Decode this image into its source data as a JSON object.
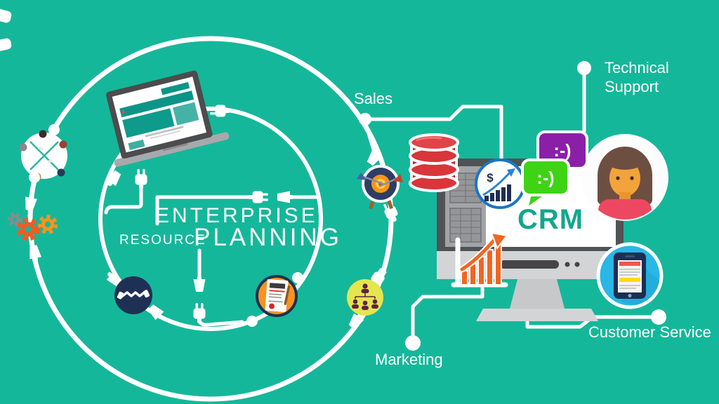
{
  "background_color": "#15b79a",
  "erp": {
    "enterprise": "ENTERPRISE",
    "resource": "RESOURCE",
    "planning": "PLANNING"
  },
  "crm_label": "CRM",
  "callouts": {
    "sales": "Sales",
    "technical_support": "Technical\nSupport",
    "customer_service": "Customer Service",
    "marketing": "Marketing"
  },
  "chat": {
    "purple_emoticon": ":-)",
    "green_emoticon": ":-)"
  },
  "sales_chart": {
    "dollar_sign": "$"
  },
  "colors": {
    "background": "#15b79a",
    "crm_text": "#12a78c",
    "white_lines": "#ffffff",
    "bubble_purple": "#8b1fa7",
    "bubble_green": "#3fd316",
    "database_red": "#d8363b",
    "growth_bar_orange": "#f26522",
    "gear_gray": "#8a8c8f",
    "gear_orange_red": "#f15a24",
    "gear_amber": "#f7941e",
    "phone_circle_blue": "#29b7e6",
    "dollar_circle_blue": "#1b74c5",
    "avatar_shirt_red": "#ee4761",
    "org_chart_yellow": "#e5e54e",
    "navy": "#1e3054",
    "monitor_bezel": "#515254"
  },
  "icon_names": [
    "round-table-icon",
    "laptop-icon",
    "gears-icon",
    "plug-icon",
    "socket-icon",
    "dartboard-icon",
    "handshake-icon",
    "contract-icon",
    "org-chart-icon",
    "database-icon",
    "monitor-icon",
    "spreadsheet-icon",
    "dollar-growth-icon",
    "chat-bubble-icon",
    "support-agent-icon",
    "bar-chart-growth-icon",
    "smartphone-icon"
  ]
}
